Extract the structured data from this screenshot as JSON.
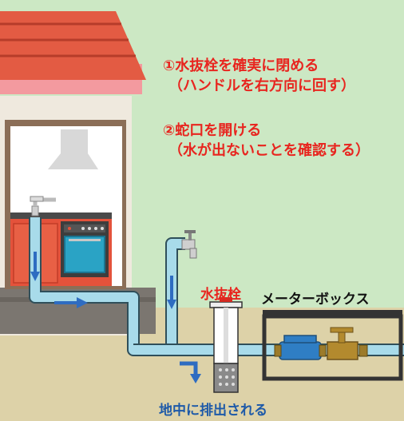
{
  "instructions": [
    {
      "line1": "①水抜栓を確実に閉める",
      "line2": "（ハンドルを右方向に回す）"
    },
    {
      "line1": "②蛇口を開ける",
      "line2": "（水が出ないことを確認する）"
    }
  ],
  "labels": {
    "drain_valve": "水抜栓",
    "meter_box": "メーターボックス",
    "drain_underground": "地中に排出される"
  },
  "colors": {
    "wall": "#cce8c4",
    "ground": "#ddd2a8",
    "roof": "#e35b43",
    "pipe": "#a8dbea",
    "text_red": "#e8251f",
    "text_blue": "#1e5aa8",
    "arrow": "#2e6cc1"
  },
  "icons": [
    "faucet-icon",
    "drain-valve-icon",
    "water-meter-icon",
    "flow-arrow-icon"
  ]
}
